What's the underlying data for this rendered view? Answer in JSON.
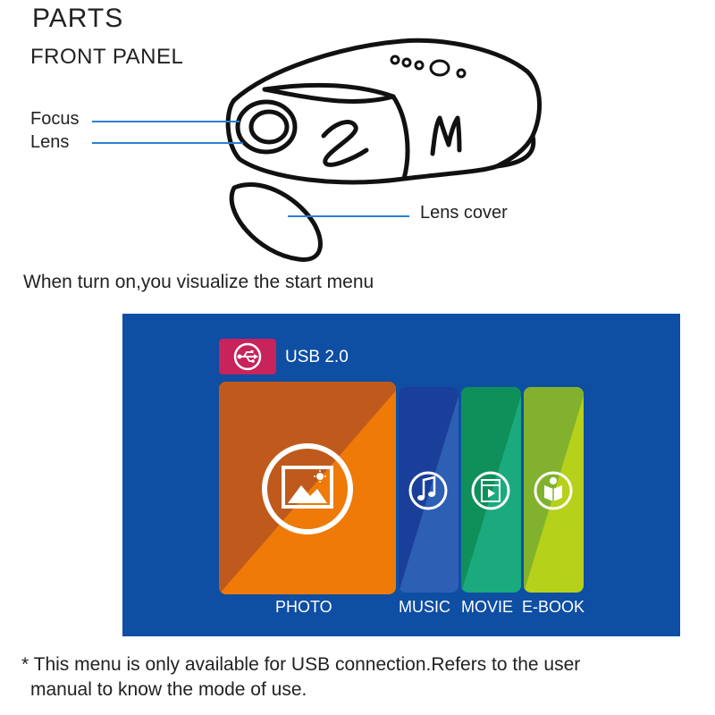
{
  "header": {
    "title": "PARTS",
    "subtitle": "FRONT PANEL"
  },
  "callouts": {
    "focus": "Focus",
    "lens": "Lens",
    "lens_cover": "Lens cover"
  },
  "intro_text": "When turn on,you visualize the start menu",
  "menu": {
    "source": {
      "label": "USB 2.0",
      "icon": "usb-icon"
    },
    "tiles": [
      {
        "label": "PHOTO",
        "icon": "image-icon",
        "color_dark": "#bf5a1c",
        "color_light": "#ef7a07"
      },
      {
        "label": "MUSIC",
        "icon": "music-note-icon",
        "color_dark": "#1a3f9a",
        "color_light": "#2d5fb5"
      },
      {
        "label": "MOVIE",
        "icon": "film-icon",
        "color_dark": "#0f8f5a",
        "color_light": "#1aaa7d"
      },
      {
        "label": "E-BOOK",
        "icon": "book-icon",
        "color_dark": "#82b22d",
        "color_light": "#b5d11a"
      }
    ],
    "background_color": "#0e4ea3",
    "badge_color": "#c8235a"
  },
  "footnote": {
    "line1": "* This menu is only available for USB connection.Refers to the user",
    "line2": "manual to know the mode of use."
  }
}
